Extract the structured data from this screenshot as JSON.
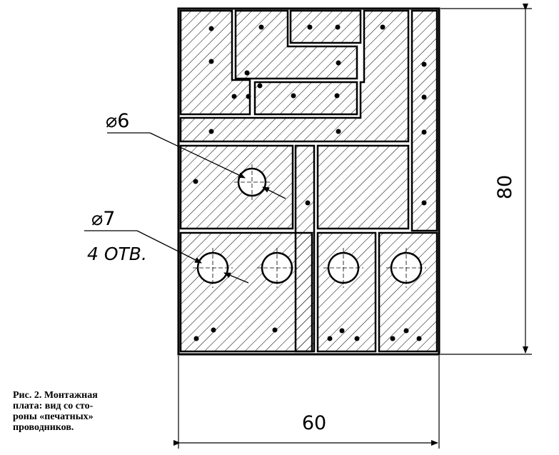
{
  "dimensions": {
    "width_label": "60",
    "height_label": "80",
    "hole_small_label": "⌀6",
    "hole_large_label": "⌀7",
    "hole_large_count": "4 ОТВ."
  },
  "caption": {
    "lines": [
      "Рис. 2. Монтажная",
      "плата: вид со сто-",
      "роны «печатных»",
      "проводников."
    ]
  }
}
